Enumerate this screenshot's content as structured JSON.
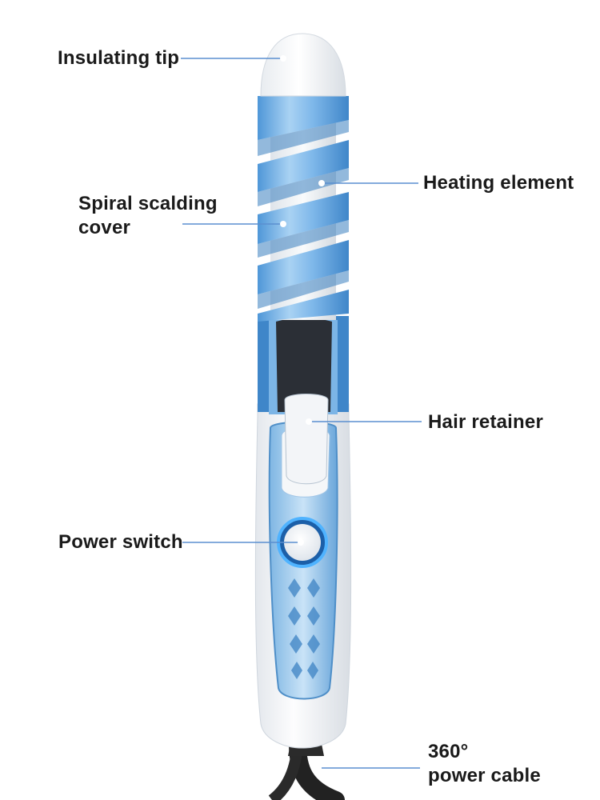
{
  "callouts": {
    "insulating_tip": "Insulating tip",
    "heating_element": "Heating element",
    "spiral_cover_line1": "Spiral scalding",
    "spiral_cover_line2": "cover",
    "hair_retainer": "Hair retainer",
    "power_switch": "Power switch",
    "power_cable_line1": "360°",
    "power_cable_line2": "power cable"
  },
  "colors": {
    "accent_blue": "#5aa7e6",
    "leader_line": "#5b8fd0",
    "body_white": "#f4f6f8",
    "cable": "#222222",
    "text": "#1a1a1a"
  }
}
